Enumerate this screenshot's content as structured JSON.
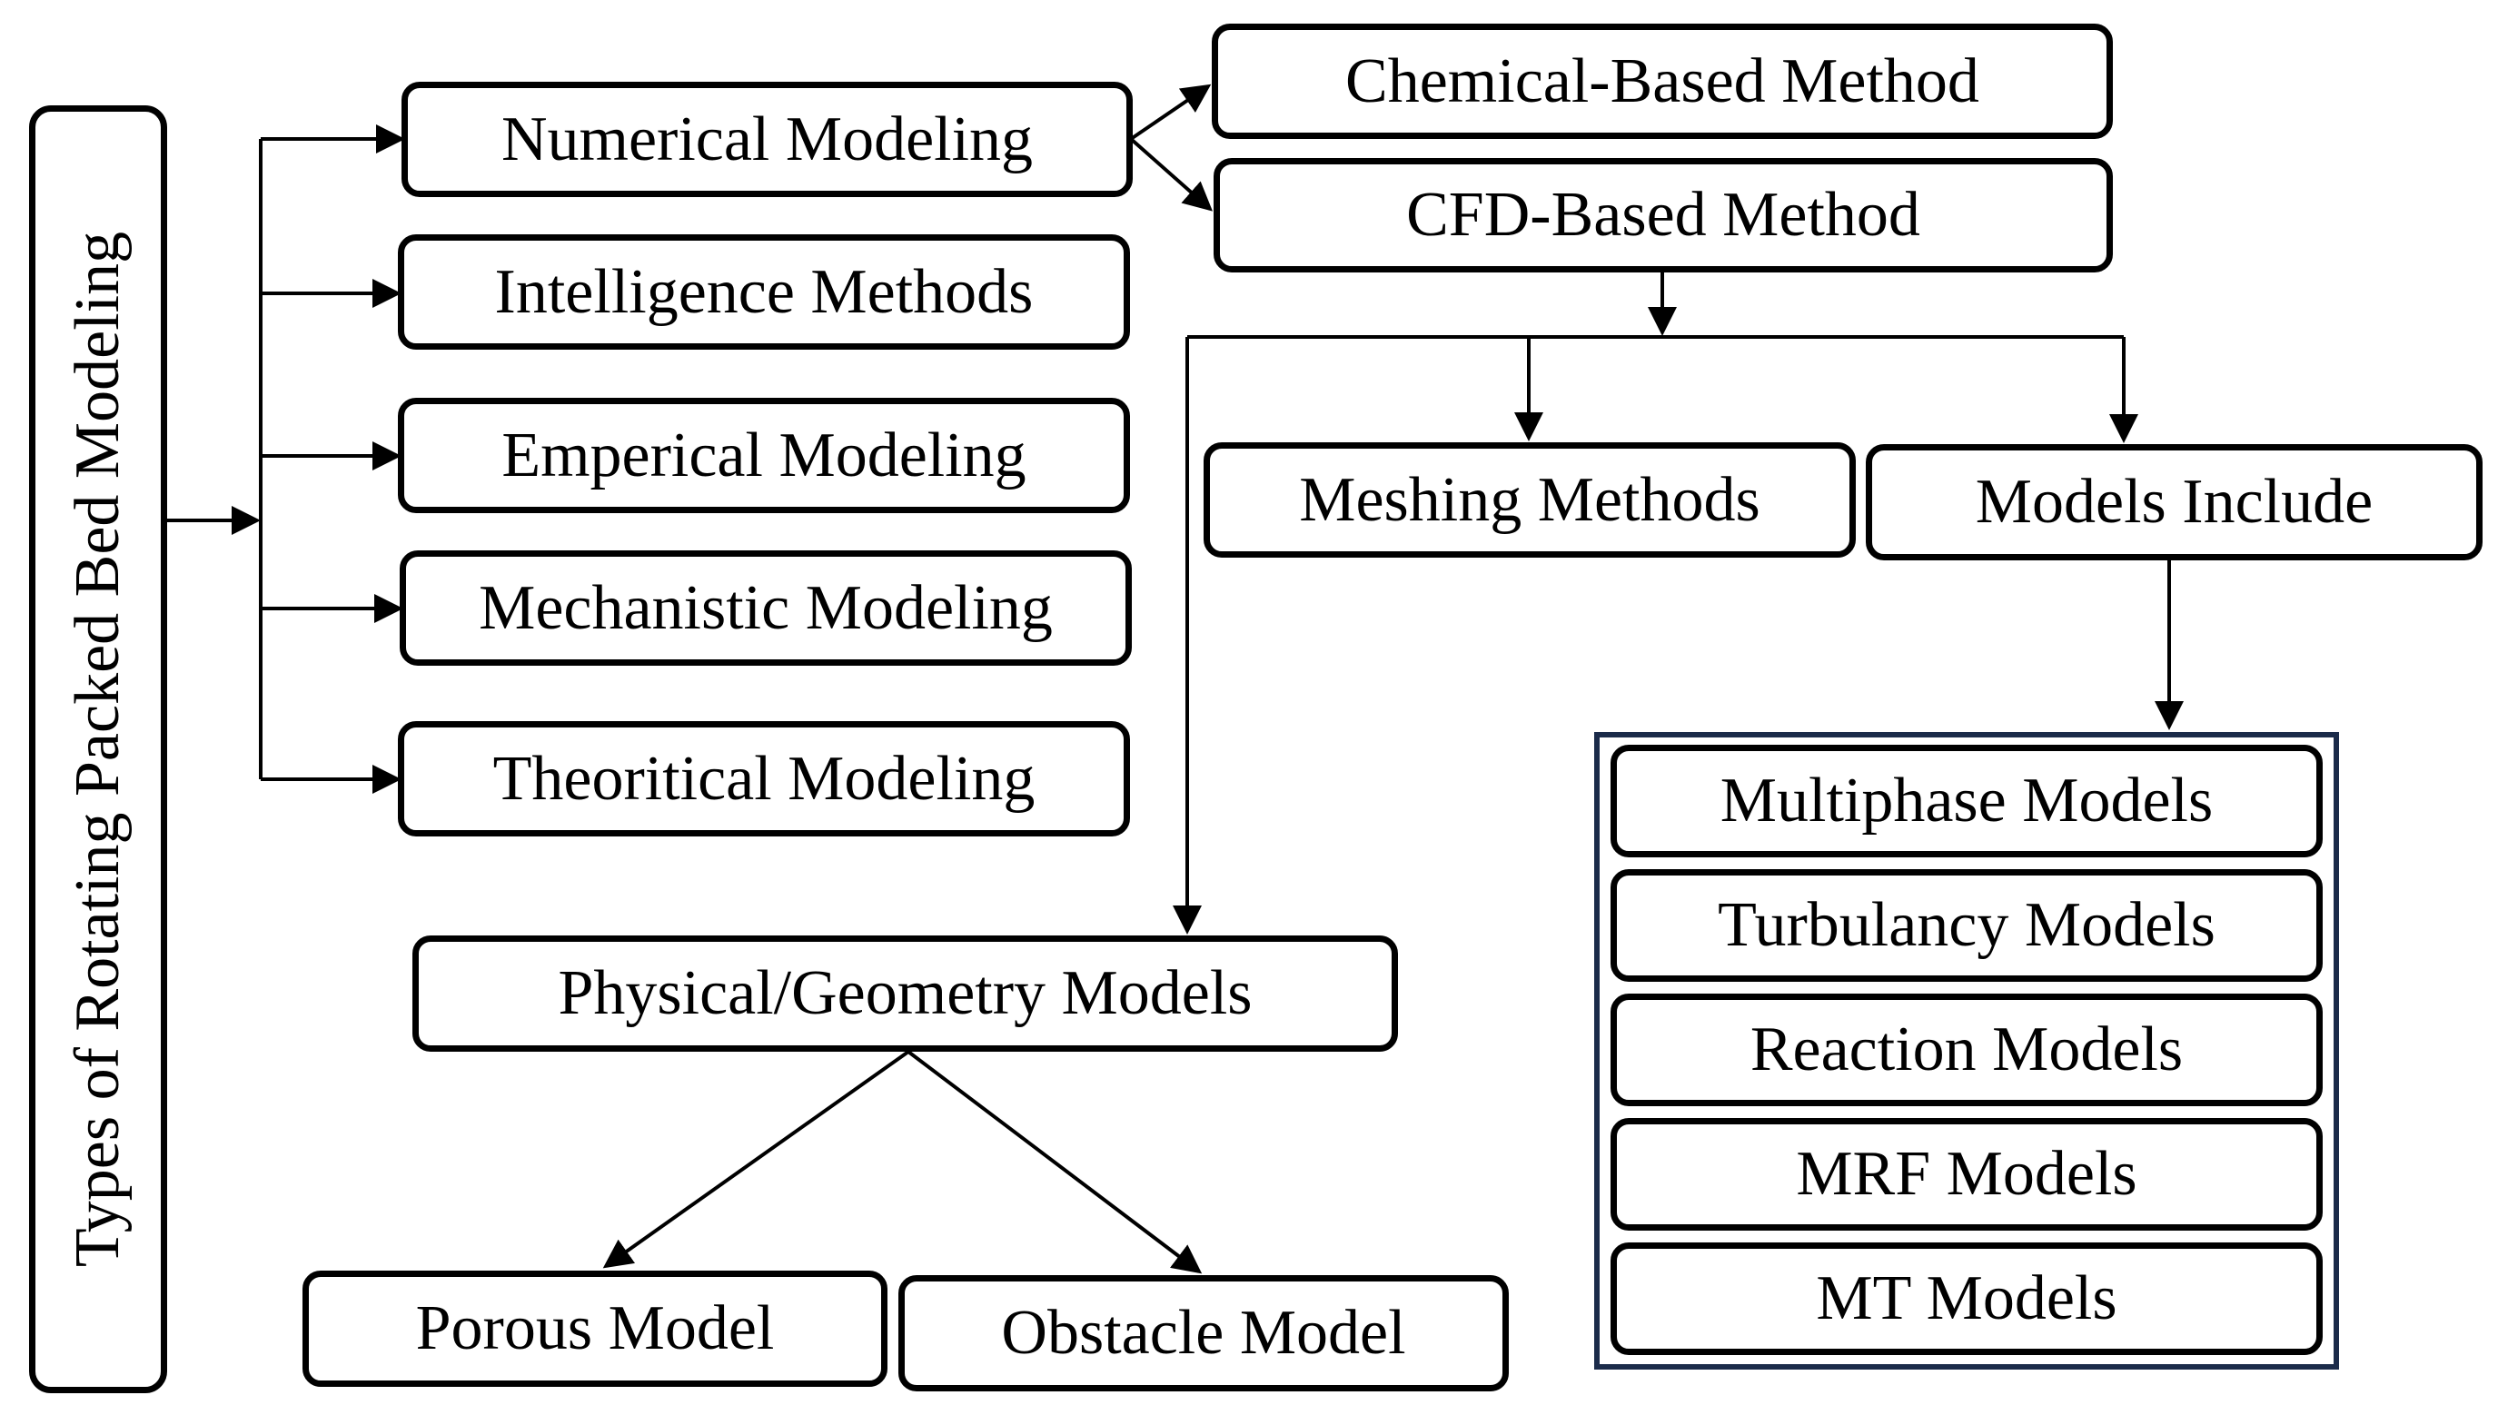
{
  "root_label": "Types of Rotating Packed Bed Modeling",
  "categories": [
    "Numerical Modeling",
    "Intelligence Methods",
    "Emperical Modeling",
    "Mechanistic Modeling",
    "Theoritical Modeling"
  ],
  "numerical_methods": {
    "chemical": "Chemical-Based Method",
    "cfd": "CFD-Based Method"
  },
  "cfd_branches": {
    "meshing": "Meshing Methods",
    "models_include": "Models Include",
    "physical": "Physical/Geometry Models"
  },
  "physical_models": {
    "porous": "Porous Model",
    "obstacle": "Obstacle Model"
  },
  "included_models": [
    "Multiphase Models",
    "Turbulancy Models",
    "Reaction Models",
    "MRF Models",
    "MT Models"
  ],
  "colors": {
    "line": "#000000",
    "group_border": "#1b2b4a",
    "background": "#ffffff"
  }
}
